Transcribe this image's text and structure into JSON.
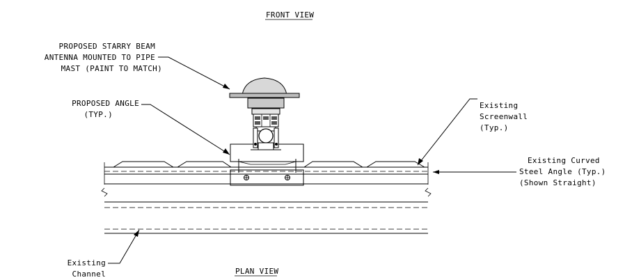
{
  "title_front": "FRONT VIEW",
  "title_plan": "PLAN VIEW",
  "labels": {
    "antenna": [
      "PROPOSED STARRY BEAM",
      "ANTENNA MOUNTED TO PIPE",
      "MAST (PAINT TO MATCH)"
    ],
    "angle": [
      "PROPOSED ANGLE",
      "(TYP.)"
    ],
    "screenwall": [
      "Existing",
      "Screenwall",
      "(Typ.)"
    ],
    "curved_angle": [
      "Existing Curved",
      "Steel Angle (Typ.)",
      "(Shown Straight)"
    ],
    "channel": [
      "Existing",
      "Channel"
    ]
  }
}
